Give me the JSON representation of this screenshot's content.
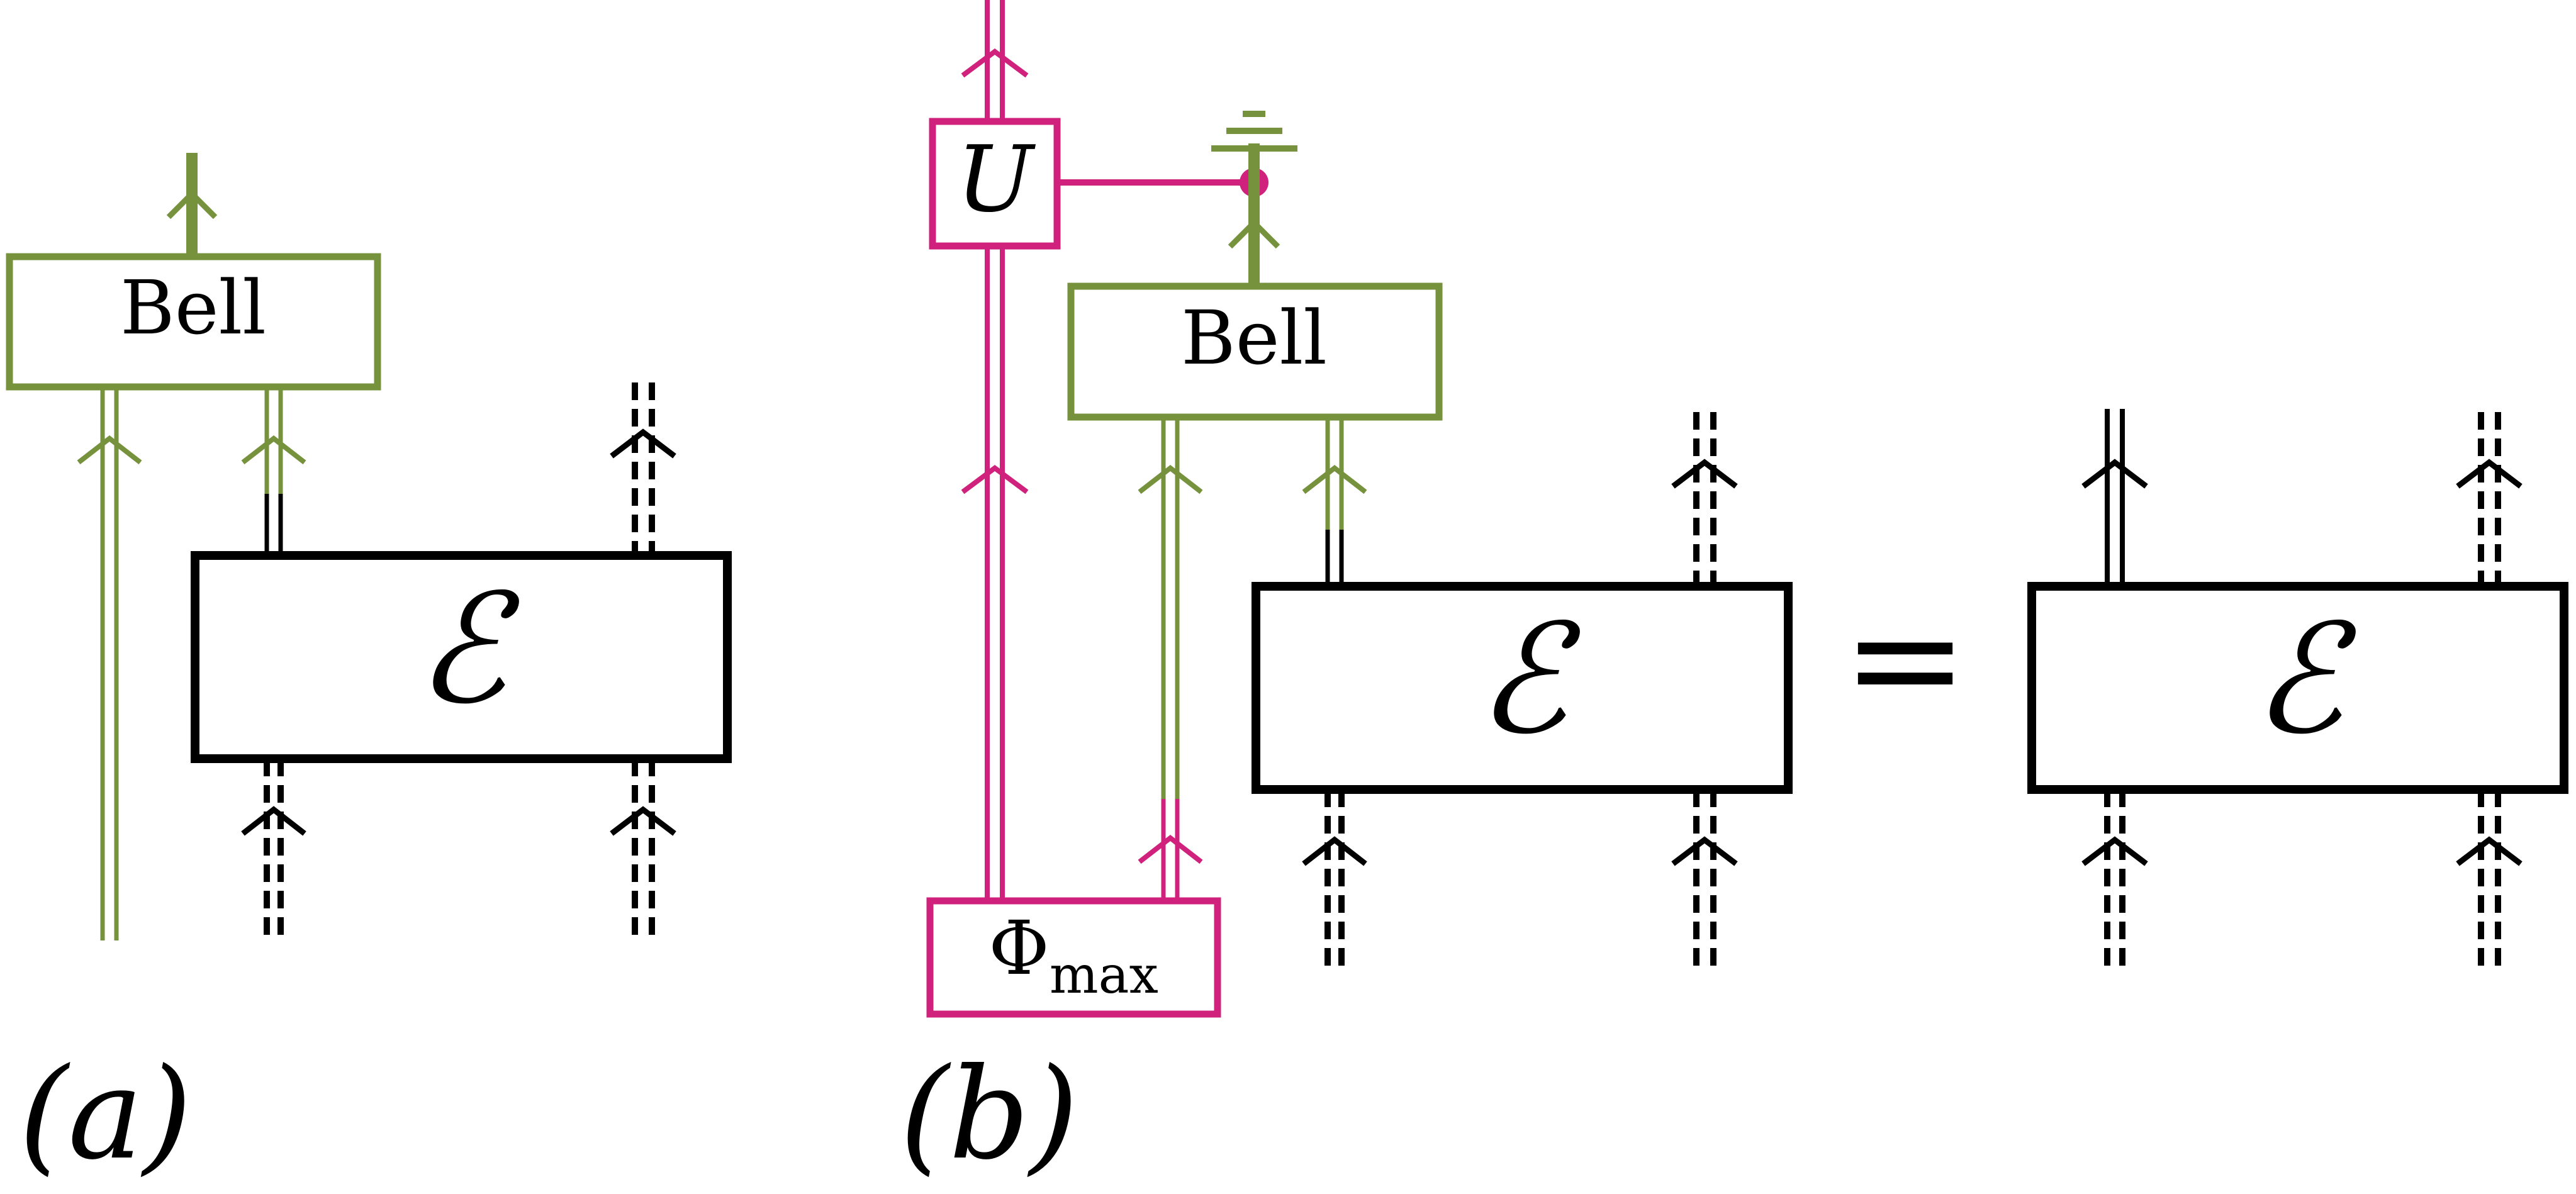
{
  "colors": {
    "green": "#76923c",
    "magenta": "#d0217c",
    "black": "#000000",
    "background": "#ffffff"
  },
  "labels": {
    "bell": "Bell",
    "channel": "ℰ",
    "unitary": "U",
    "phi_base": "Φ",
    "phi_sub": "max",
    "equals": "=",
    "panel_a": "(a)",
    "panel_b": "(b)"
  }
}
